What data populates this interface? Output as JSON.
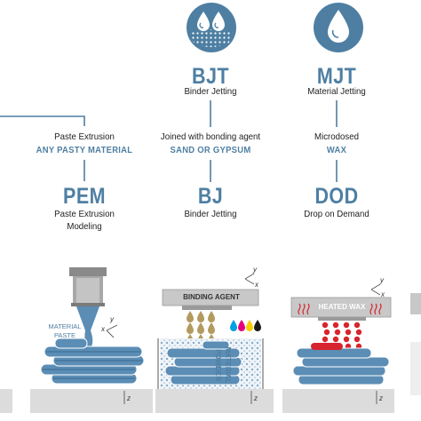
{
  "columns": [
    {
      "id": "pem",
      "process": "Paste Extrusion",
      "material": "ANY PASTY MATERIAL",
      "abbr": "PEM",
      "name_line1": "Paste Extrusion",
      "name_line2": "Modeling",
      "illustration_label_line1": "MATERIAL",
      "illustration_label_line2": "PASTE"
    },
    {
      "id": "bjt",
      "category_abbr": "BJT",
      "category_name": "Binder Jetting",
      "process": "Joined with bonding agent",
      "material": "SAND OR GYPSUM",
      "abbr": "BJ",
      "name_line1": "Binder Jetting",
      "illustration_head_label": "BINDING AGENT",
      "illustration_powder_line1": "MATERIAL",
      "illustration_powder_line2": "POWDER",
      "icon": "liquid-drops-on-powder-icon"
    },
    {
      "id": "mjt",
      "category_abbr": "MJT",
      "category_name": "Material Jetting",
      "process": "Microdosed",
      "material": "WAX",
      "abbr": "DOD",
      "name_line1": "Drop on Demand",
      "illustration_head_label": "HEATED WAX",
      "icon": "liquid-drop-icon"
    }
  ],
  "axes": {
    "x": "x",
    "y": "y",
    "z": "z"
  },
  "colors": {
    "accent_blue": "#4e7fa3",
    "icon_circle": "#4e7fa3",
    "layer_blue": "#5b8db5",
    "binder_tan": "#b39a5e",
    "wax_red": "#d8242f",
    "head_gray": "#c8c8c8",
    "base_gray": "#dcdcdc",
    "cmyk": [
      "#00a0e0",
      "#e6007e",
      "#f5d000",
      "#1a1a1a"
    ]
  }
}
